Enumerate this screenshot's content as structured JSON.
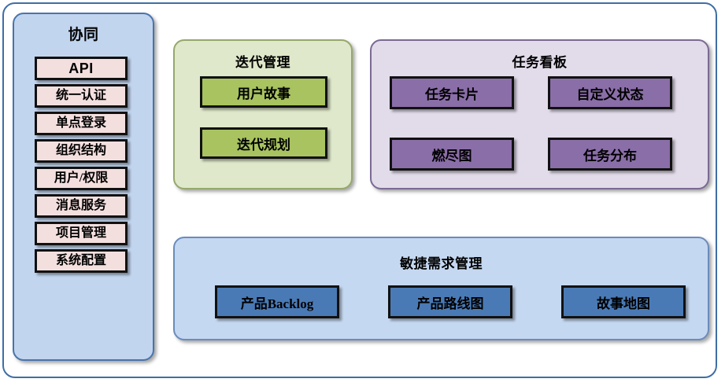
{
  "diagram": {
    "type": "architecture-block-diagram",
    "colors": {
      "frame_border": "#3f6ea5",
      "sidebar_fill": "#c2d5ef",
      "sidebar_border": "#4a74ab",
      "sidebar_item_fill": "#f4dfdf",
      "iteration_fill": "#dfe8ca",
      "iteration_border": "#96a86c",
      "iteration_item_fill": "#a8c35f",
      "kanban_fill": "#e2dbea",
      "kanban_border": "#7a6a93",
      "kanban_item_fill": "#8a6ea8",
      "requirement_fill": "#c5d8f1",
      "requirement_border": "#6a8cbc",
      "requirement_item_fill": "#4a7ab5",
      "item_outline": "#111111"
    }
  },
  "sidebar": {
    "title": "协同",
    "items": [
      {
        "label": "API"
      },
      {
        "label": "统一认证"
      },
      {
        "label": "单点登录"
      },
      {
        "label": "组织结构"
      },
      {
        "label": "用户/权限"
      },
      {
        "label": "消息服务"
      },
      {
        "label": "项目管理"
      },
      {
        "label": "系统配置"
      }
    ]
  },
  "iteration": {
    "title": "迭代管理",
    "items": [
      {
        "label": "用户故事"
      },
      {
        "label": "迭代规划"
      }
    ]
  },
  "kanban": {
    "title": "任务看板",
    "items": [
      {
        "label": "任务卡片"
      },
      {
        "label": "自定义状态"
      },
      {
        "label": "燃尽图"
      },
      {
        "label": "任务分布"
      }
    ]
  },
  "requirement": {
    "title": "敏捷需求管理",
    "items": [
      {
        "label": "产品Backlog"
      },
      {
        "label": "产品路线图"
      },
      {
        "label": "故事地图"
      }
    ]
  }
}
